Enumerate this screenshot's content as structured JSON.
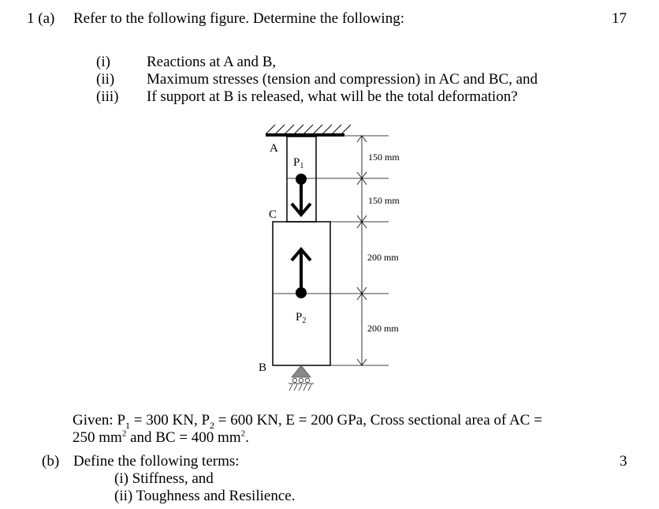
{
  "question": {
    "number": "1 (a)",
    "prompt": "Refer to the following  figure. Determine the following:",
    "marks": "17",
    "items": [
      {
        "num": "(i)",
        "text": "Reactions at A and B,"
      },
      {
        "num": "(ii)",
        "text": "Maximum  stresses (tension and compression)  in AC and BC, and"
      },
      {
        "num": "(iii)",
        "text": "If support at B is released, what will be the total deformation?"
      }
    ]
  },
  "figure": {
    "point_labels": {
      "a": "A",
      "c": "C",
      "b": "B"
    },
    "loads": {
      "p1": "P",
      "p1_sub": "1",
      "p2": "P",
      "p2_sub": "2"
    },
    "dimensions": [
      "150 mm",
      "150 mm",
      "200 mm",
      "200 mm"
    ],
    "support_text": "000"
  },
  "given": {
    "lead": "Given:  P",
    "p1_sub": "1",
    "p1_val": " = 300 KN, P",
    "p2_sub": "2",
    "p2_val": " = 600 KN, E = 200 GPa, Cross sectional area of AC =",
    "line2_a": "250 mm",
    "sup1": "2",
    "line2_b": " and BC = 400 mm",
    "sup2": "2",
    "line2_c": "."
  },
  "part_b": {
    "label": "(b)",
    "prompt": "Define the following  terms:",
    "marks": "3",
    "items": [
      "(i) Stiffness, and",
      "(ii) Toughness and Resilience."
    ]
  }
}
